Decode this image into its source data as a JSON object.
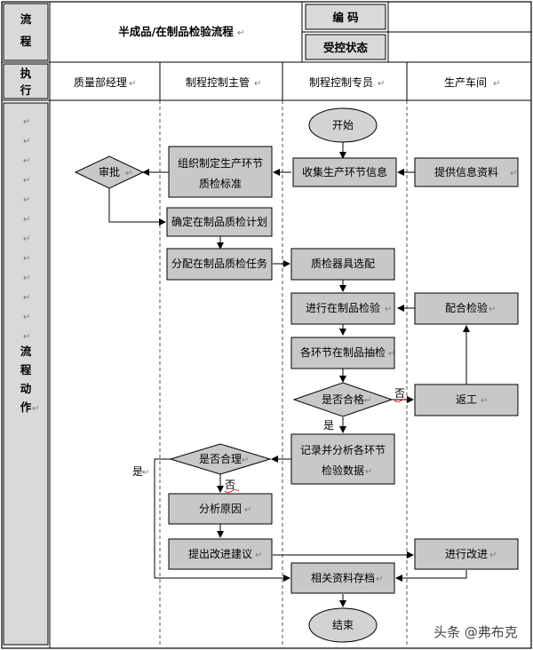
{
  "header": {
    "label_top": "流程",
    "title": "半成品/在制品检验流程",
    "code_label": "编    码",
    "status_label": "受控状态"
  },
  "lanes_header": {
    "row_label": "执行",
    "lanes": [
      "质量部经理",
      "制程控制主管",
      "制程控制专员",
      "生产车间"
    ]
  },
  "side": {
    "label": "流程动作",
    "marker": "↵"
  },
  "nodes": {
    "start": "开始",
    "collect": "收集生产环节信息",
    "provide": "提供信息资料",
    "org_std_1": "组织制定生产环节",
    "org_std_2": "质检标准",
    "approve": "审批",
    "plan": "确定在制品质检计划",
    "assign": "分配在制品质检任务",
    "tools": "质检器具选配",
    "inspect": "进行在制品检验",
    "cooperate": "配合检验",
    "sample": "各环节在制品抽检",
    "qualified": "是否合格",
    "rework": "返工",
    "record_1": "记录并分析各环节",
    "record_2": "检验数据",
    "reasonable": "是否合理",
    "analyze": "分析原因",
    "suggest": "提出改进建议",
    "improve": "进行改进",
    "archive": "相关资料存档",
    "end": "结束"
  },
  "edges": {
    "no_1": "否",
    "yes_1": "是",
    "yes_2": "是",
    "no_2": "否"
  },
  "watermark": "头条 @弗布克"
}
